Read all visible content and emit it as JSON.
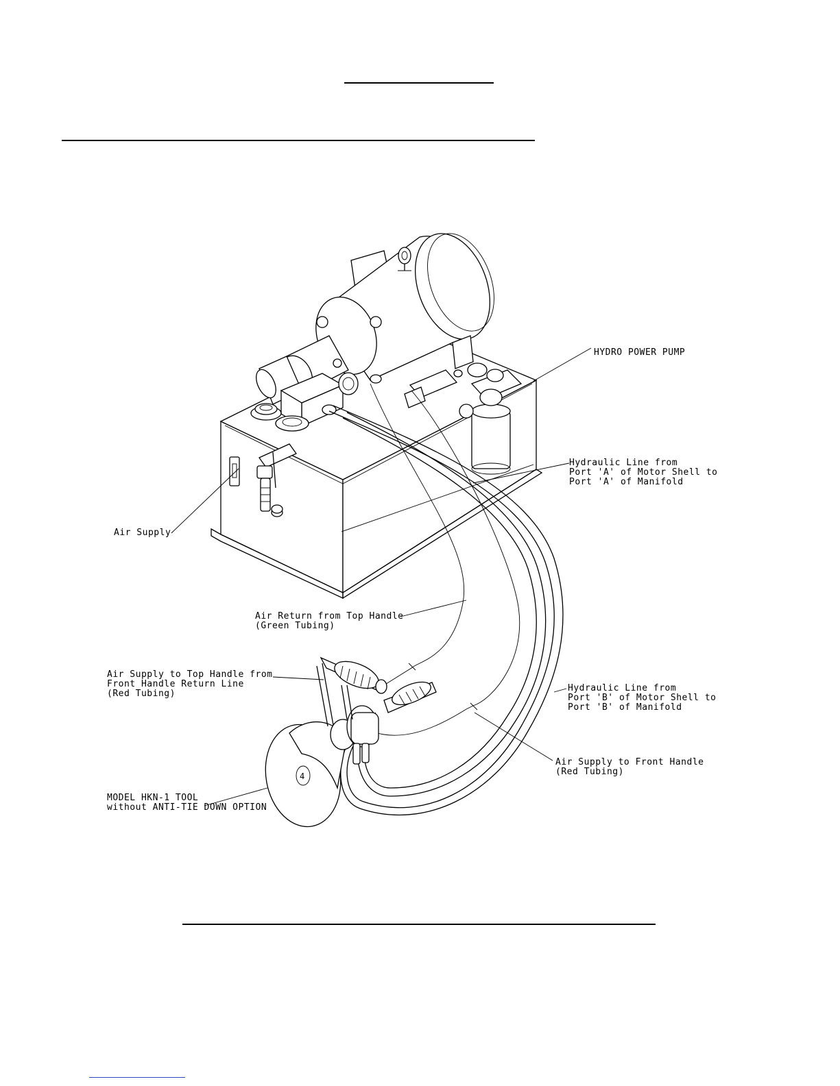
{
  "labels": {
    "hydro_power_pump": "HYDRO POWER PUMP",
    "hyd_line_a": [
      "Hydraulic Line from",
      "Port 'A' of Motor Shell to",
      "Port 'A' of Manifold"
    ],
    "air_supply": "Air Supply",
    "air_return": [
      "Air Return from Top Handle",
      "(Green Tubing)"
    ],
    "air_supply_top": [
      "Air Supply to Top Handle from",
      "Front Handle Return Line",
      "(Red Tubing)"
    ],
    "hyd_line_b": [
      "Hydraulic Line from",
      "Port 'B' of Motor Shell to",
      "Port 'B' of Manifold"
    ],
    "air_supply_front": [
      "Air Supply to Front Handle",
      "(Red Tubing)"
    ],
    "model_tool": [
      "MODEL HKN-1 TOOL",
      "without ANTI-TIE DOWN OPTION"
    ],
    "blade_hub_mark": "4"
  }
}
